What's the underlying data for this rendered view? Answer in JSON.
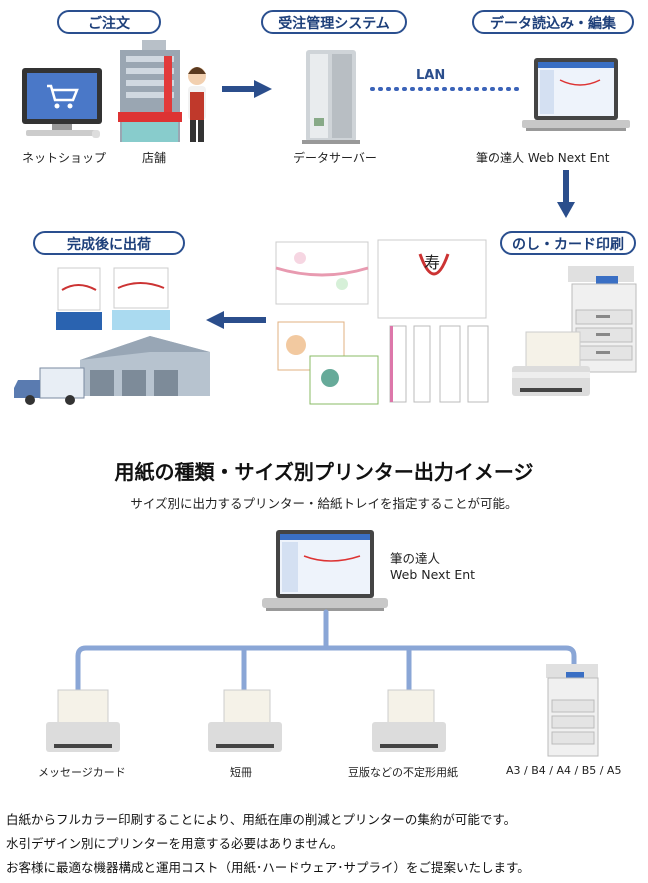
{
  "flow": {
    "order_label": "ご注文",
    "system_label": "受注管理システム",
    "data_label": "データ読込み・編集",
    "ship_label": "完成後に出荷",
    "print_label": "のし・カード印刷",
    "net_shop": "ネットショップ",
    "store": "店舗",
    "data_server": "データサーバー",
    "software": "筆の達人 Web Next Ent",
    "lan": "LAN"
  },
  "section": {
    "title": "用紙の種類・サイズ別プリンター出力イメージ",
    "subtitle": "サイズ別に出力するプリンター・給紙トレイを指定することが可能。",
    "laptop_line1": "筆の達人",
    "laptop_line2": "Web Next Ent",
    "printers": [
      "メッセージカード",
      "短冊",
      "豆版などの不定形用紙",
      "A3 / B4 / A4 / B5 / A5"
    ]
  },
  "description": [
    "白紙からフルカラー印刷することにより、用紙在庫の削減とプリンターの集約が可能です。",
    "水引デザイン別にプリンターを用意する必要はありません。",
    "お客様に最適な機器構成と運用コスト（用紙･ハードウェア･サプライ）をご提案いたします。"
  ],
  "colors": {
    "accent": "#2a4f8f",
    "line": "#8aa6d6",
    "arrow": "#2b4e8c"
  }
}
